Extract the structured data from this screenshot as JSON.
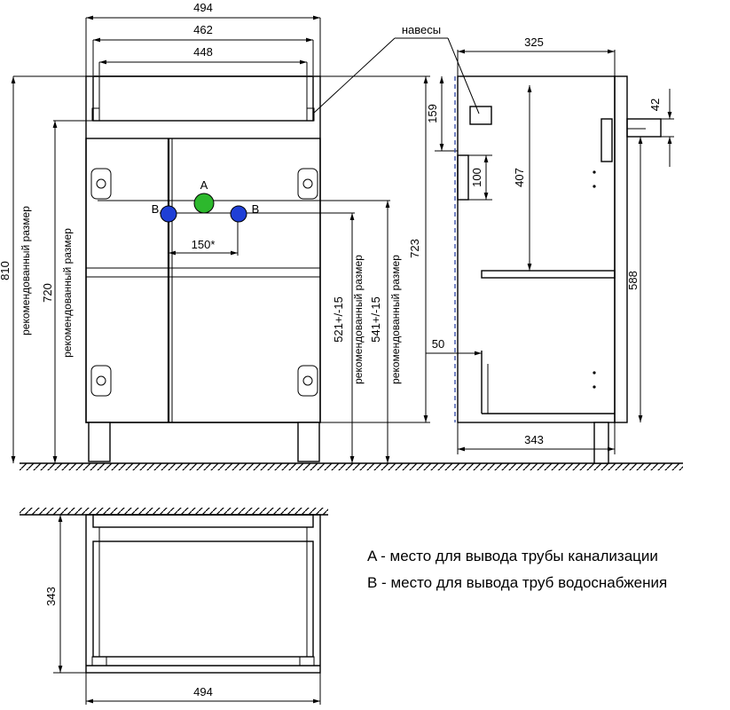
{
  "dimensions": {
    "top_494": "494",
    "top_462": "462",
    "top_448": "448",
    "h_810": "810",
    "h_720": "720",
    "h_723": "723",
    "rec_521": "521+/-15",
    "rec_541": "541+/-15",
    "pipe_spacing": "150*",
    "side_325": "325",
    "side_343": "343",
    "side_42": "42",
    "side_159": "159",
    "side_100": "100",
    "side_407": "407",
    "side_588": "588",
    "side_50": "50",
    "plan_343": "343",
    "plan_494": "494"
  },
  "labels": {
    "recommended_size": "рекомендованный размер",
    "hinges": "навесы",
    "point_a": "A",
    "point_b": "B"
  },
  "legend": {
    "a": "A - место для вывода трубы канализации",
    "b": "B - место для вывода труб водоснабжения"
  },
  "colors": {
    "point_a": "#2db82d",
    "point_b": "#1f3fd6",
    "line": "#000000",
    "dashed_wall": "#3a4fa8"
  }
}
